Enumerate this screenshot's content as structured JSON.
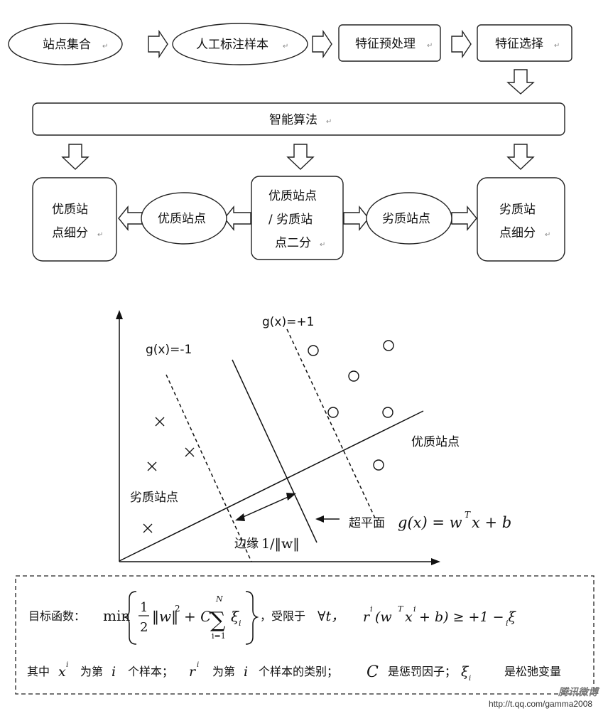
{
  "flow": {
    "node1": "站点集合",
    "node2": "人工标注样本",
    "node3": "特征预处理",
    "node4": "特征选择",
    "algorithm": "智能算法",
    "left_box": [
      "优质站",
      "点细分"
    ],
    "left_oval": "优质站点",
    "center_box": [
      "优质站点",
      "/ 劣质站",
      "点二分"
    ],
    "right_oval": "劣质站点",
    "right_box": [
      "劣质站",
      "点细分"
    ],
    "paragraph_mark": "↵"
  },
  "svm": {
    "label_minus": "g(x)=-1",
    "label_plus": "g(x)=+1",
    "class_good": "优质站点",
    "class_bad": "劣质站点",
    "hyperplane_label": "超平面",
    "hyperplane_formula": "g(x) = w",
    "hyperplane_sup": "T",
    "hyperplane_tail": "x + b",
    "margin_label": "边缘",
    "margin_formula": "1/‖w‖"
  },
  "formula": {
    "objective_label": "目标函数：",
    "min": "min",
    "half_num": "1",
    "half_den": "2",
    "norm": "‖w‖",
    "norm_sup": "2",
    "plus_c": "+ C",
    "sum": "∑",
    "sum_top": "N",
    "sum_bottom": "i=1",
    "xi": "ξ",
    "xi_sub": "i",
    "subject_to": "，受限于",
    "forall": "∀t，",
    "constraint_r": "r",
    "constraint_r_sup": "i",
    "constraint_body": "(w",
    "constraint_T": "T",
    "constraint_x": "x",
    "constraint_x_sup": "i",
    "constraint_tail": "+ b) ≥ +1 − ξ",
    "constraint_tail_sub": "i",
    "line2_a": "其中",
    "line2_x": "x",
    "line2_x_sup": "i",
    "line2_b": "为第",
    "line2_i1": "i",
    "line2_c": "个样本；",
    "line2_r": "r",
    "line2_r_sup": "i",
    "line2_d": "为第",
    "line2_i2": "i",
    "line2_e": "个样本的类别；",
    "line2_C": "C",
    "line2_f": "是惩罚因子；",
    "line2_xi": "ξ",
    "line2_xi_sub": "i",
    "line2_g": "是松弛变量"
  },
  "watermark": {
    "logo": "腾讯微博",
    "url": "http://t.qq.com/gamma2008"
  }
}
